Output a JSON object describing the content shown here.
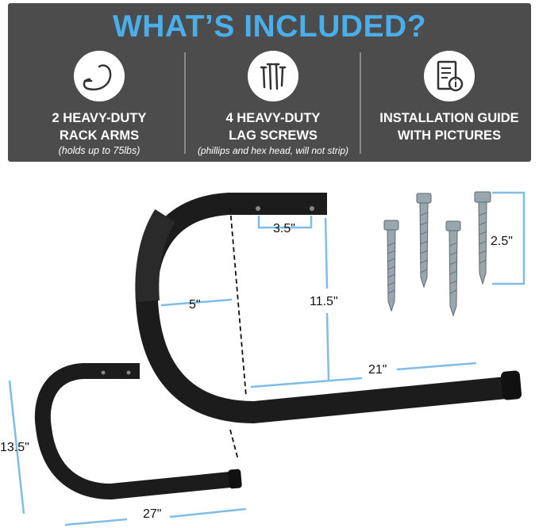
{
  "banner": {
    "title": "WHAT’S INCLUDED?",
    "items": [
      {
        "icon": "hook-icon",
        "line1": "2 HEAVY-DUTY",
        "line2": "RACK ARMS",
        "note": "(holds up to 75lbs)"
      },
      {
        "icon": "screws-icon",
        "line1": "4 HEAVY-DUTY",
        "line2": "LAG SCREWS",
        "note": "(phillips and hex head, will not strip)"
      },
      {
        "icon": "guide-book-icon",
        "line1": "INSTALLATION GUIDE",
        "line2": "WITH PICTURES",
        "note": ""
      }
    ]
  },
  "dimensions": {
    "large_top": "3.5\"",
    "large_inner": "5\"",
    "large_height": "11.5\"",
    "large_length": "21\"",
    "screw_length": "2.5\"",
    "small_height": "13.5\"",
    "small_length": "27\""
  },
  "colors": {
    "accent": "#4aaeea",
    "banner_bg": "#4c4c4c",
    "arm": "#1c1c1c",
    "dimension_line": "#7fbde6"
  }
}
